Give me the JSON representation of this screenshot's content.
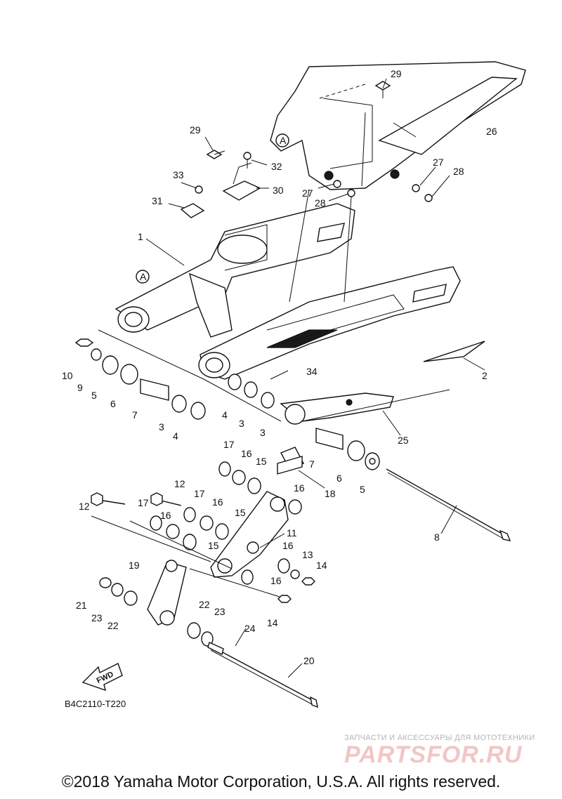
{
  "callouts": {
    "c1": "1",
    "c2": "2",
    "c3a": "3",
    "c3b": "3",
    "c3c": "3",
    "c4a": "4",
    "c4b": "4",
    "c5a": "5",
    "c5b": "5",
    "c6a": "6",
    "c6b": "6",
    "c7a": "7",
    "c7b": "7",
    "c8": "8",
    "c9": "9",
    "c10": "10",
    "c11": "11",
    "c12a": "12",
    "c12b": "12",
    "c13": "13",
    "c14a": "14",
    "c14b": "14",
    "c15a": "15",
    "c15b": "15",
    "c15c": "15",
    "c16a": "16",
    "c16b": "16",
    "c16c": "16",
    "c16d": "16",
    "c16e": "16",
    "c16f": "16",
    "c17a": "17",
    "c17b": "17",
    "c17c": "17",
    "c18": "18",
    "c19": "19",
    "c20": "20",
    "c21": "21",
    "c22a": "22",
    "c22b": "22",
    "c23a": "23",
    "c23b": "23",
    "c24": "24",
    "c25": "25",
    "c26": "26",
    "c27a": "27",
    "c27b": "27",
    "c28a": "28",
    "c28b": "28",
    "c29a": "29",
    "c29b": "29",
    "c30": "30",
    "c31": "31",
    "c32": "32",
    "c33": "33",
    "c34": "34"
  },
  "refs": {
    "a1": "A",
    "a2": "A"
  },
  "fwd": "FWD",
  "diagram_code": "B4C2110-T220",
  "watermark": {
    "tagline": "ЗАПЧАСТИ И АКСЕССУАРЫ ДЛЯ МОТОТЕХНИКИ",
    "logo": "PARTSFOR.RU"
  },
  "copyright": "©2018 Yamaha Motor Corporation, U.S.A. All rights reserved."
}
